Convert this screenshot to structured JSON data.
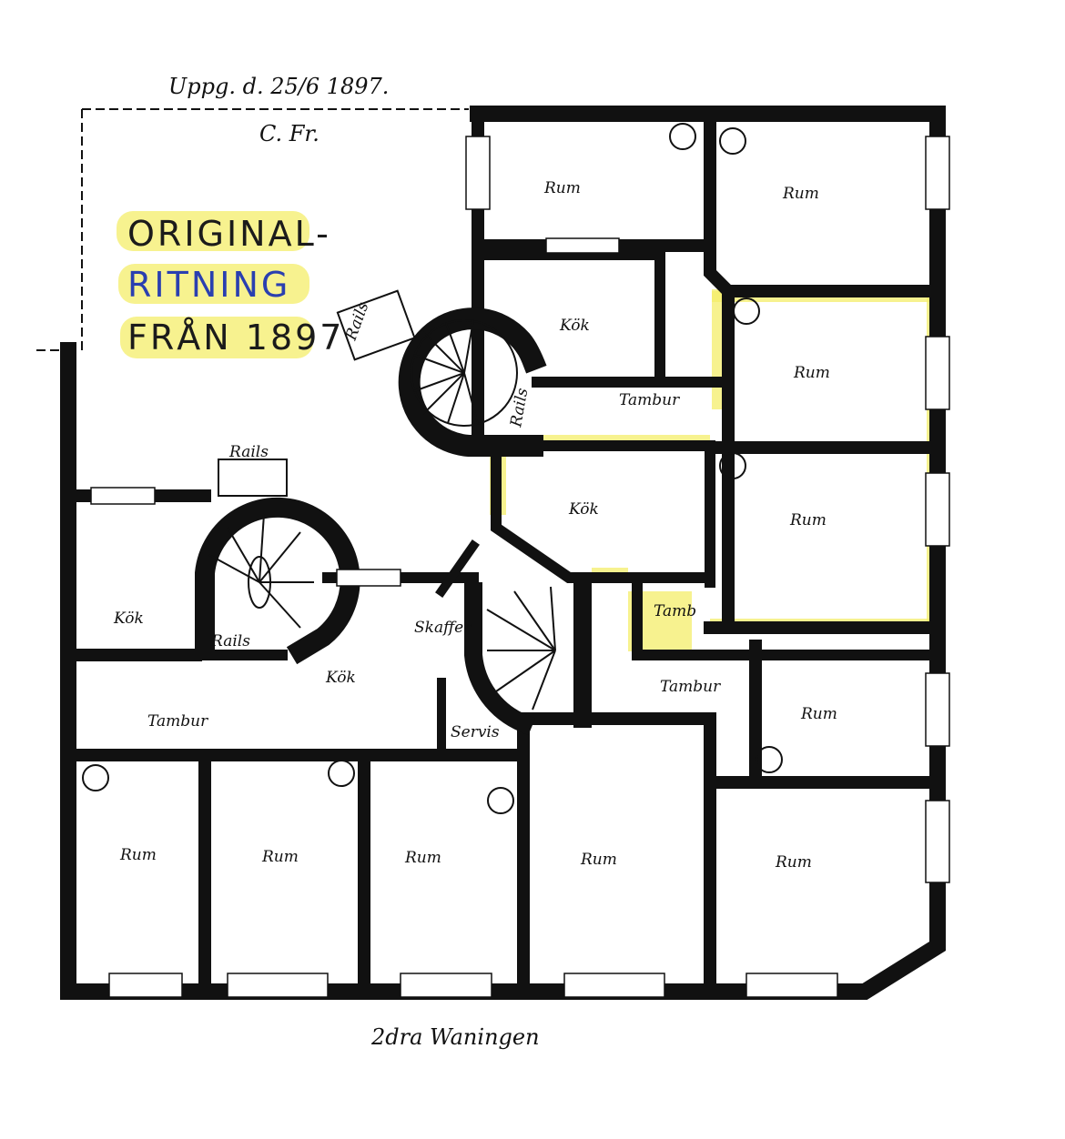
{
  "header": {
    "approval_line": "Uppg. d. 25/6 1897.",
    "signature": "C. Fr.",
    "note_lines": [
      "ORIGINAL-",
      "RITNING",
      "FRÅN 1897"
    ]
  },
  "footer": {
    "floor_label": "2dra Waningen"
  },
  "rooms": {
    "top_left": "Rum",
    "top_right": "Rum",
    "kitchen_upper": "Kök",
    "right_upper": "Rum",
    "tambur_upper": "Tambur",
    "kitchen_middle": "Kök",
    "right_middle": "Rum",
    "tamb_middle": "Tamb",
    "tambur_lower_right": "Tambur",
    "right_lower": "Rum",
    "kitchen_left": "Kök",
    "kitchen_center": "Kök",
    "skaffer": "Skaffer",
    "tambur_left": "Tambur",
    "servis": "Servis",
    "bottom": [
      "Rum",
      "Rum",
      "Rum",
      "Rum",
      "Rum"
    ]
  },
  "rails_labels": [
    "Rails",
    "Rails",
    "Rails",
    "Rails"
  ],
  "colors": {
    "highlight": "#f4ee6a",
    "ink": "#111111",
    "note_ink": "#2a3fb0"
  }
}
